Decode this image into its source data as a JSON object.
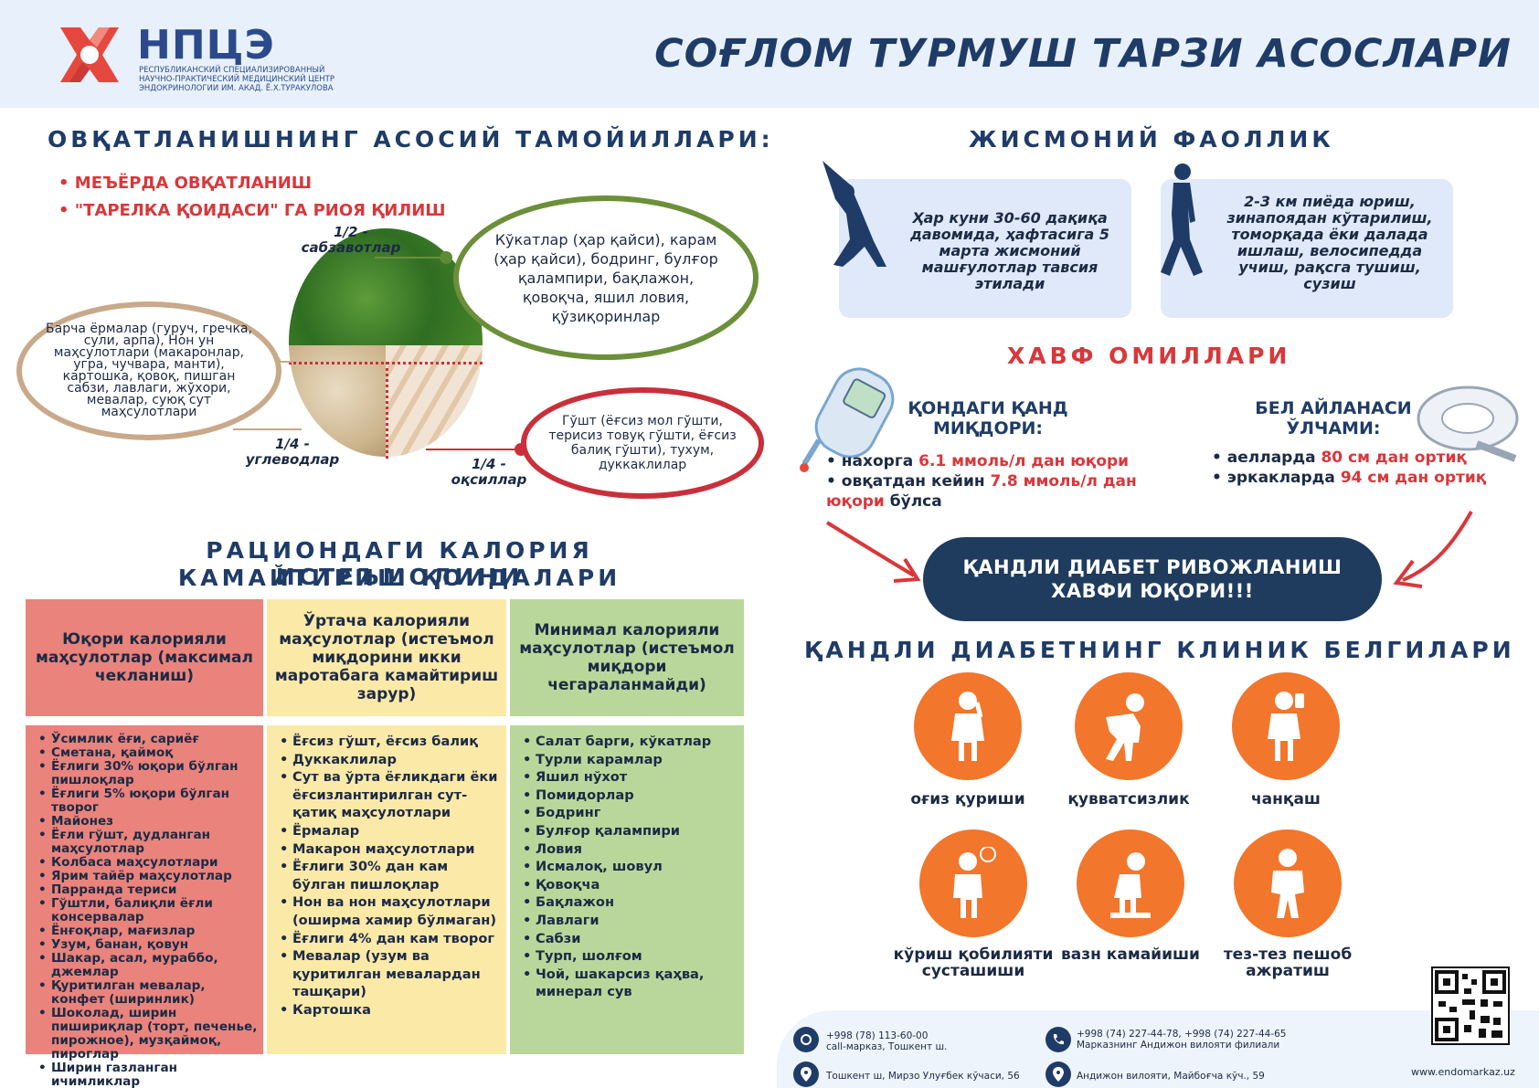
{
  "header": {
    "logo_name": "НПЦЭ",
    "logo_sub": "Республиканский специализированный научно-практический медицинский центр эндокринологии им. акад. Ё.Х.Туракулова",
    "title": "СОҒЛОМ ТУРМУШ ТАРЗИ АСОСЛАРИ"
  },
  "nutrition": {
    "title": "ОВҚАТЛАНИШНИНГ АСОСИЙ ТАМОЙИЛЛАРИ:",
    "bullets": [
      "МЕЪЁРДА ОВҚАТЛАНИШ",
      "\"ТАРЕЛКА ҚОИДАСИ\" ГА РИОЯ ҚИЛИШ"
    ],
    "half_label": "1/2 -\nсабзавотлар",
    "half_text": "Кўкатлар (ҳар қайси), карам (ҳар қайси), бодринг, булғор қалампири, бақлажон, қовоқча, яшил ловия, қўзиқоринлар",
    "carbs_text": "Барча ёрмалар (гуруч, гречка, сули, арпа), Нон ун маҳсулотлари (макаронлар, угра, чучвара, манти), картошка, қовоқ, пишган сабзи, лавлаги, жўхори, мевалар, суюқ сут маҳсулотлари",
    "carbs_label": "1/4 -\nуглеводлар",
    "protein_text": "Гўшт (ёғсиз мол гўшти, терисиз товуқ гўшти, ёғсиз балиқ гўшти), тухум, дуккаклилар",
    "protein_label": "1/4 -\nоқсиллар"
  },
  "activity": {
    "title": "ЖИСМОНИЙ ФАОЛЛИК",
    "box1": "Ҳар куни 30-60 дақиқа давомида, ҳафтасига 5 марта жисмоний машғулотлар тавсия этилади",
    "box2": "2-3 км пиёда юриш, зинапоядан кўтарилиш, томорқада ёки далада ишлаш, велосипедда учиш, рақсга тушиш, сузиш"
  },
  "risk": {
    "title": "ХАВФ ОМИЛЛАРИ",
    "glucose_title": "ҚОНДАГИ ҚАНД МИҚДОРИ:",
    "glucose_1a": "нахорга ",
    "glucose_1b": "6.1 ммоль/л дан юқори",
    "glucose_2a": "овқатдан кейин ",
    "glucose_2b": "7.8 ммоль/л дан юқори",
    "glucose_2c": " бўлса",
    "waist_title": "БЕЛ АЙЛАНАСИ ЎЛЧАМИ:",
    "waist_1a": "аелларда ",
    "waist_1b": "80 см дан ортиқ",
    "waist_2a": "эркакларда ",
    "waist_2b": "94 см дан ортиқ",
    "banner": "ҚАНДЛИ ДИАБЕТ РИВОЖЛАНИШ ХАВФИ ЮҚОРИ!!!"
  },
  "calories": {
    "title_1": "РАЦИОНДАГИ КАЛОРИЯ ИСТЕЪМОЛИНИ",
    "title_2": "КАМАЙТИРИШ ҚОИДАЛАРИ",
    "columns": [
      {
        "head": "Юқори калорияли маҳсулотлар (максимал чекланиш)",
        "color": "#e9837c",
        "items": [
          "Ўсимлик ёғи, сариёғ",
          "Сметана, қаймоқ",
          "Ёғлиги 30% юқори бўлган пишлоқлар",
          "Ёғлиги 5% юқори бўлган творог",
          "Майонез",
          "Ёғли гўшт, дудланган маҳсулотлар",
          "Колбаса маҳсулотлари",
          "Ярим тайёр маҳсулотлар",
          "Парранда териси",
          "Гўштли, балиқли ёғли консервалар",
          "Ёнғоқлар, мағизлар",
          "Узум, банан, қовун",
          "Шакар, асал, мураббо, джемлар",
          "Қуритилган мевалар, конфет (ширинлик)",
          "Шоколад, ширин пишириқлар (торт, печенье, пирожное), музқаймоқ, пироглар",
          "Ширин газланган ичимликлар"
        ]
      },
      {
        "head": "Ўртача калорияли маҳсулотлар (истеъмол миқдорини икки маротабага камайтириш зарур)",
        "color": "#fbe9a8",
        "items": [
          "Ёғсиз гўшт, ёғсиз балиқ",
          "Дуккаклилар",
          "Сут ва ўрта ёғликдаги ёки ёғсизлантирилган сут-қатиқ маҳсулотлари",
          "Ёрмалар",
          "Макарон маҳсулотлари",
          "Ёғлиги 30% дан кам бўлган пишлоқлар",
          "Нон ва нон маҳсулотлари (оширма хамир бўлмаган)",
          "Ёғлиги 4% дан кам творог",
          "Мевалар (узум ва қуритилган мевалардан ташқари)",
          "Картошка"
        ]
      },
      {
        "head": "Минимал калорияли маҳсулотлар (истеъмол миқдори чегараланмайди)",
        "color": "#b9d79a",
        "items": [
          "Салат барги, кўкатлар",
          "Турли карамлар",
          "Яшил нўхот",
          "Помидорлар",
          "Бодринг",
          "Булғор қалампири",
          "Ловия",
          "Исмалоқ, шовул",
          "Қовоқча",
          "Бақлажон",
          "Лавлаги",
          "Сабзи",
          "Турп, шолғом",
          "Чой, шакарсиз қаҳва, минерал сув"
        ]
      }
    ]
  },
  "symptoms": {
    "title": "ҚАНДЛИ ДИАБЕТНИНГ КЛИНИК БЕЛГИЛАРИ",
    "items": [
      {
        "label": "оғиз қуриши",
        "icon": "dry-mouth-icon"
      },
      {
        "label": "қувватсизлик",
        "icon": "weakness-icon"
      },
      {
        "label": "чанқаш",
        "icon": "thirst-icon"
      },
      {
        "label": "кўриш қобилияти сусташиши",
        "icon": "vision-icon"
      },
      {
        "label": "вазн камайиши",
        "icon": "weight-loss-icon"
      },
      {
        "label": "тез-тез пешоб ажратиш",
        "icon": "frequent-urination-icon"
      }
    ]
  },
  "footer": {
    "phone1": "+998 (78) 113-60-00",
    "phone1_sub": "call-марказ, Тошкент ш.",
    "phone2": "+998 (74) 227-44-78, +998 (74) 227-44-65",
    "phone2_sub": "Марказнинг Андижон вилояти филиали",
    "addr1": "Тошкент ш, Мирзо Улуғбек кўчаси, 56",
    "addr2": "Андижон вилояти, Майбоғча кўч., 59",
    "website": "www.endomarkaz.uz"
  },
  "colors": {
    "navy": "#1f3c68",
    "red": "#d9373b",
    "orange": "#f2762b",
    "light_blue": "#e8f1fb"
  }
}
